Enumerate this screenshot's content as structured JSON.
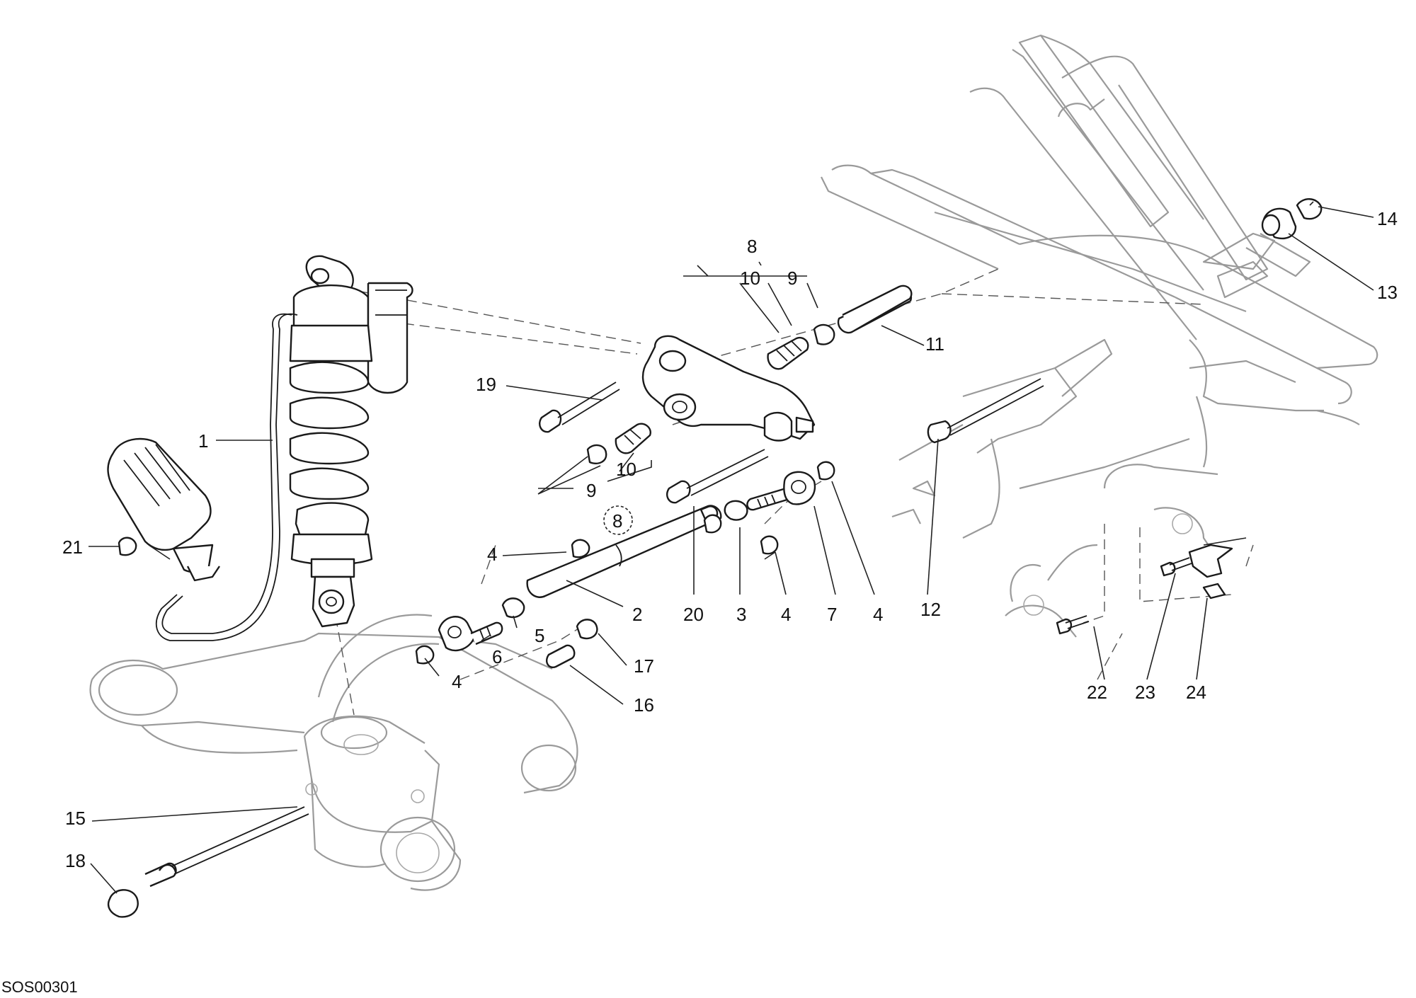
{
  "drawing_code": "SOS00301",
  "callouts": {
    "c1": "1",
    "c2": "2",
    "c3": "3",
    "c4a": "4",
    "c4b": "4",
    "c4c": "4",
    "c4d": "4",
    "c5": "5",
    "c6": "6",
    "c7": "7",
    "c8": "8",
    "c8circle": "8",
    "c9a": "9",
    "c9b": "9",
    "c10a": "10",
    "c10b": "10",
    "c11": "11",
    "c12": "12",
    "c13": "13",
    "c14": "14",
    "c15": "15",
    "c16": "16",
    "c17": "17",
    "c18": "18",
    "c19": "19",
    "c20": "20",
    "c21": "21",
    "c22": "22",
    "c23": "23",
    "c24": "24"
  }
}
